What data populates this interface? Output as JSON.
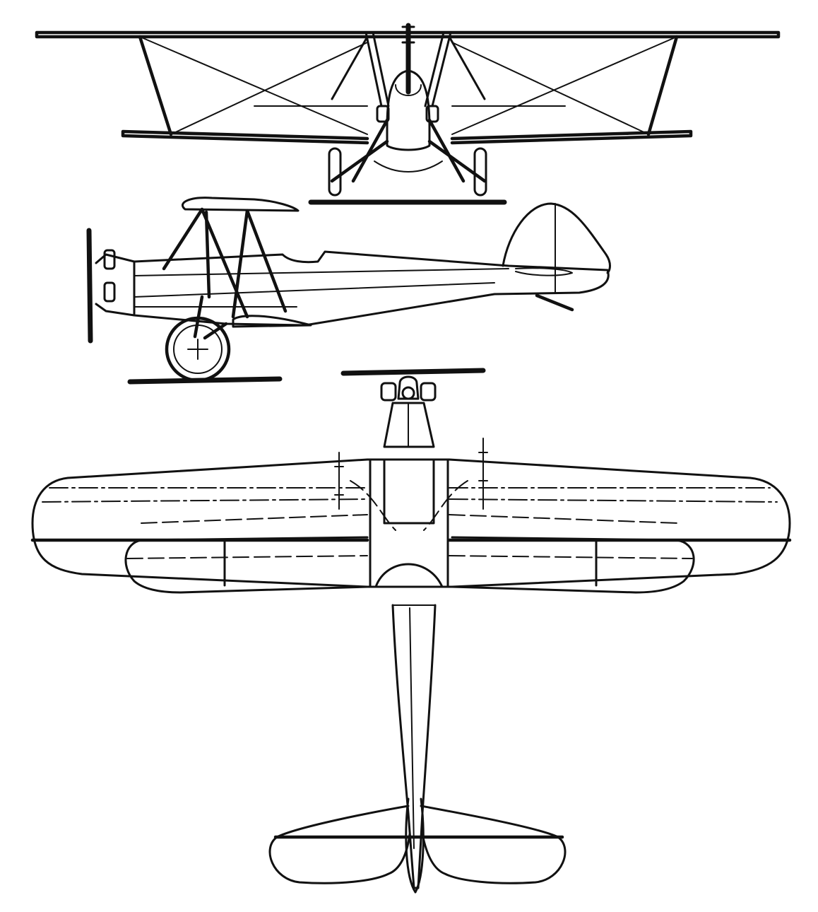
{
  "views": [
    {
      "id": "front",
      "label": ""
    },
    {
      "id": "side",
      "label": ""
    },
    {
      "id": "top",
      "label": ""
    }
  ],
  "colors": {
    "ink": "#111111",
    "paper": "#ffffff"
  }
}
